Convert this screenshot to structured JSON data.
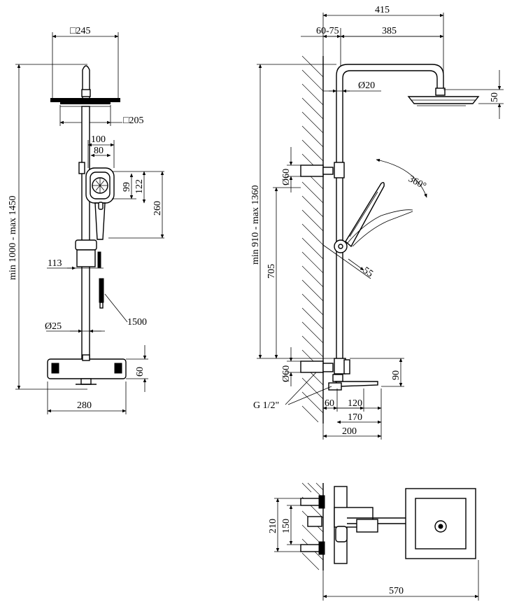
{
  "front_view": {
    "head_size": "□245",
    "head_plate": "□205",
    "hand_w_100": "100",
    "hand_w_80": "80",
    "hand_h_99": "99",
    "hand_h_122": "122",
    "hand_h_260": "260",
    "slider_113": "113",
    "hose_1500": "1500",
    "pipe_25": "Ø25",
    "mixer_60": "60",
    "mixer_280": "280",
    "height_range": "min 1000 - max 1450"
  },
  "side_view": {
    "total_415": "415",
    "offset_60_75": "60-75",
    "arm_385": "385",
    "pipe_20": "Ø20",
    "head_50": "50",
    "bracket_60_top": "Ø60",
    "rotation_360": "360°",
    "height_range": "min 910 - max 1360",
    "dist_705": "705",
    "angle_55": "55",
    "bracket_60_bottom": "Ø60",
    "mixer_90": "90",
    "thread": "G 1/2\"",
    "spout_60": "60",
    "spout_120": "120",
    "spout_170": "170",
    "spout_200": "200"
  },
  "top_view": {
    "depth_210": "210",
    "depth_150": "150",
    "total_570": "570"
  }
}
